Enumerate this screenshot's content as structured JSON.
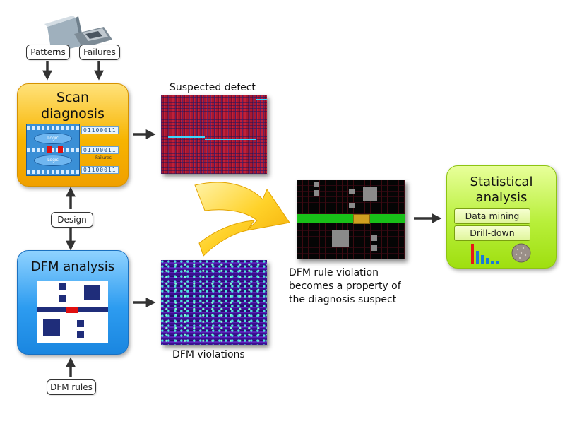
{
  "inputs": {
    "patterns_label": "Patterns",
    "failures_label": "Failures",
    "design_label": "Design",
    "dfm_rules_label": "DFM rules"
  },
  "scan_diagnosis": {
    "title_line1": "Scan",
    "title_line2": "diagnosis",
    "chip_logic_top": "Logic",
    "chip_logic_bottom": "Logic",
    "chip_failures": "Failures",
    "bit_strings": [
      "01100011",
      "01100011",
      "01100011"
    ]
  },
  "dfm_analysis": {
    "title": "DFM analysis"
  },
  "suspected_defect": {
    "caption": "Suspected defect"
  },
  "dfm_violations": {
    "caption": "DFM violations"
  },
  "merge_result": {
    "caption_lines": [
      "DFM rule violation",
      "becomes a property of",
      "the diagnosis suspect"
    ]
  },
  "statistical_analysis": {
    "title_line1": "Statistical",
    "title_line2": "analysis",
    "buttons": [
      "Data mining",
      "Drill-down"
    ]
  },
  "colors": {
    "orange": "#f7b400",
    "blue": "#2d9cf0",
    "green": "#b8ef3a",
    "arrow": "#333333"
  }
}
